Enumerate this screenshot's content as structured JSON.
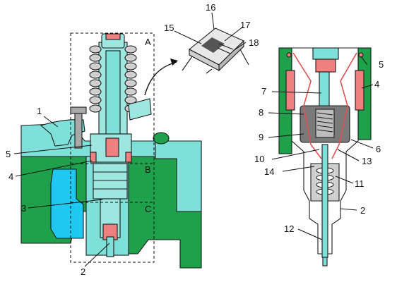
{
  "left_view": {
    "section_letters": [
      "A",
      "B",
      "C"
    ],
    "part_numbers": [
      "1",
      "2",
      "3",
      "4",
      "5"
    ]
  },
  "detail_view": {
    "part_numbers": [
      "15",
      "16",
      "17",
      "18"
    ]
  },
  "right_view": {
    "part_numbers": [
      "2",
      "4",
      "5",
      "6",
      "7",
      "8",
      "9",
      "10",
      "11",
      "12",
      "13",
      "14"
    ]
  },
  "colors": {
    "head_cyan": "#7ee0d8",
    "injector_body": "#9ee6e0",
    "cut_green": "#1ea14a",
    "water_blue": "#1ec8f0",
    "seal_red": "#f08080",
    "spring_gray": "#cfcfcf",
    "bolt_gray": "#a9a9a9"
  }
}
